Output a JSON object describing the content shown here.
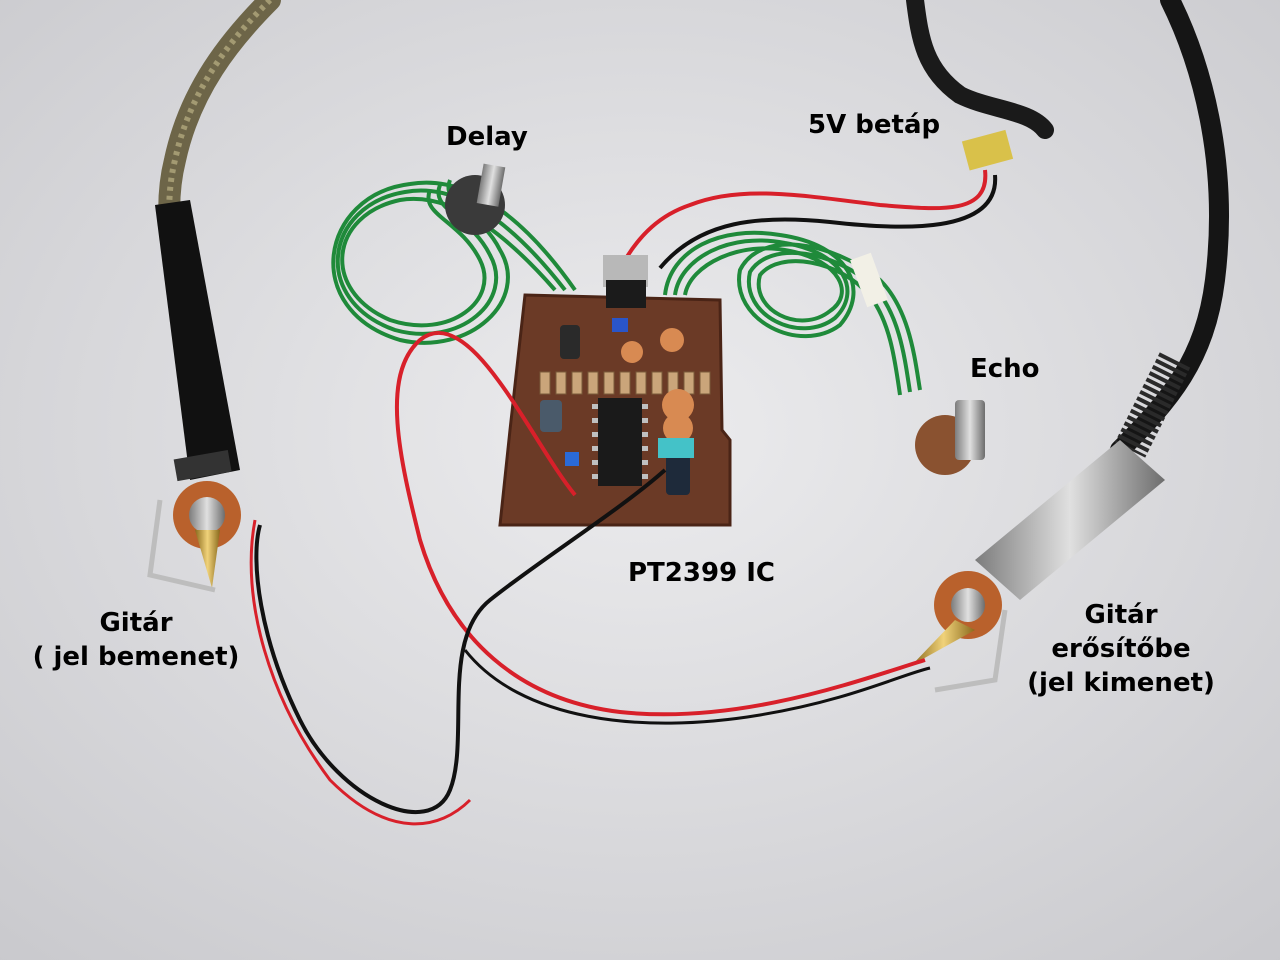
{
  "labels": {
    "delay": "Delay",
    "power": "5V betáp",
    "echo": "Echo",
    "ic": "PT2399 IC",
    "input": {
      "line1": "Gitár",
      "line2": "( jel bemenet)"
    },
    "output": {
      "line1": "Gitár",
      "line2": "erősítőbe",
      "line3": "(jel kimenet)"
    }
  },
  "colors": {
    "board": "#6b3a26",
    "green_wire": "#1f8a3a",
    "red_wire": "#d8202a",
    "black_wire": "#111111",
    "background": "#d9d9dc"
  }
}
